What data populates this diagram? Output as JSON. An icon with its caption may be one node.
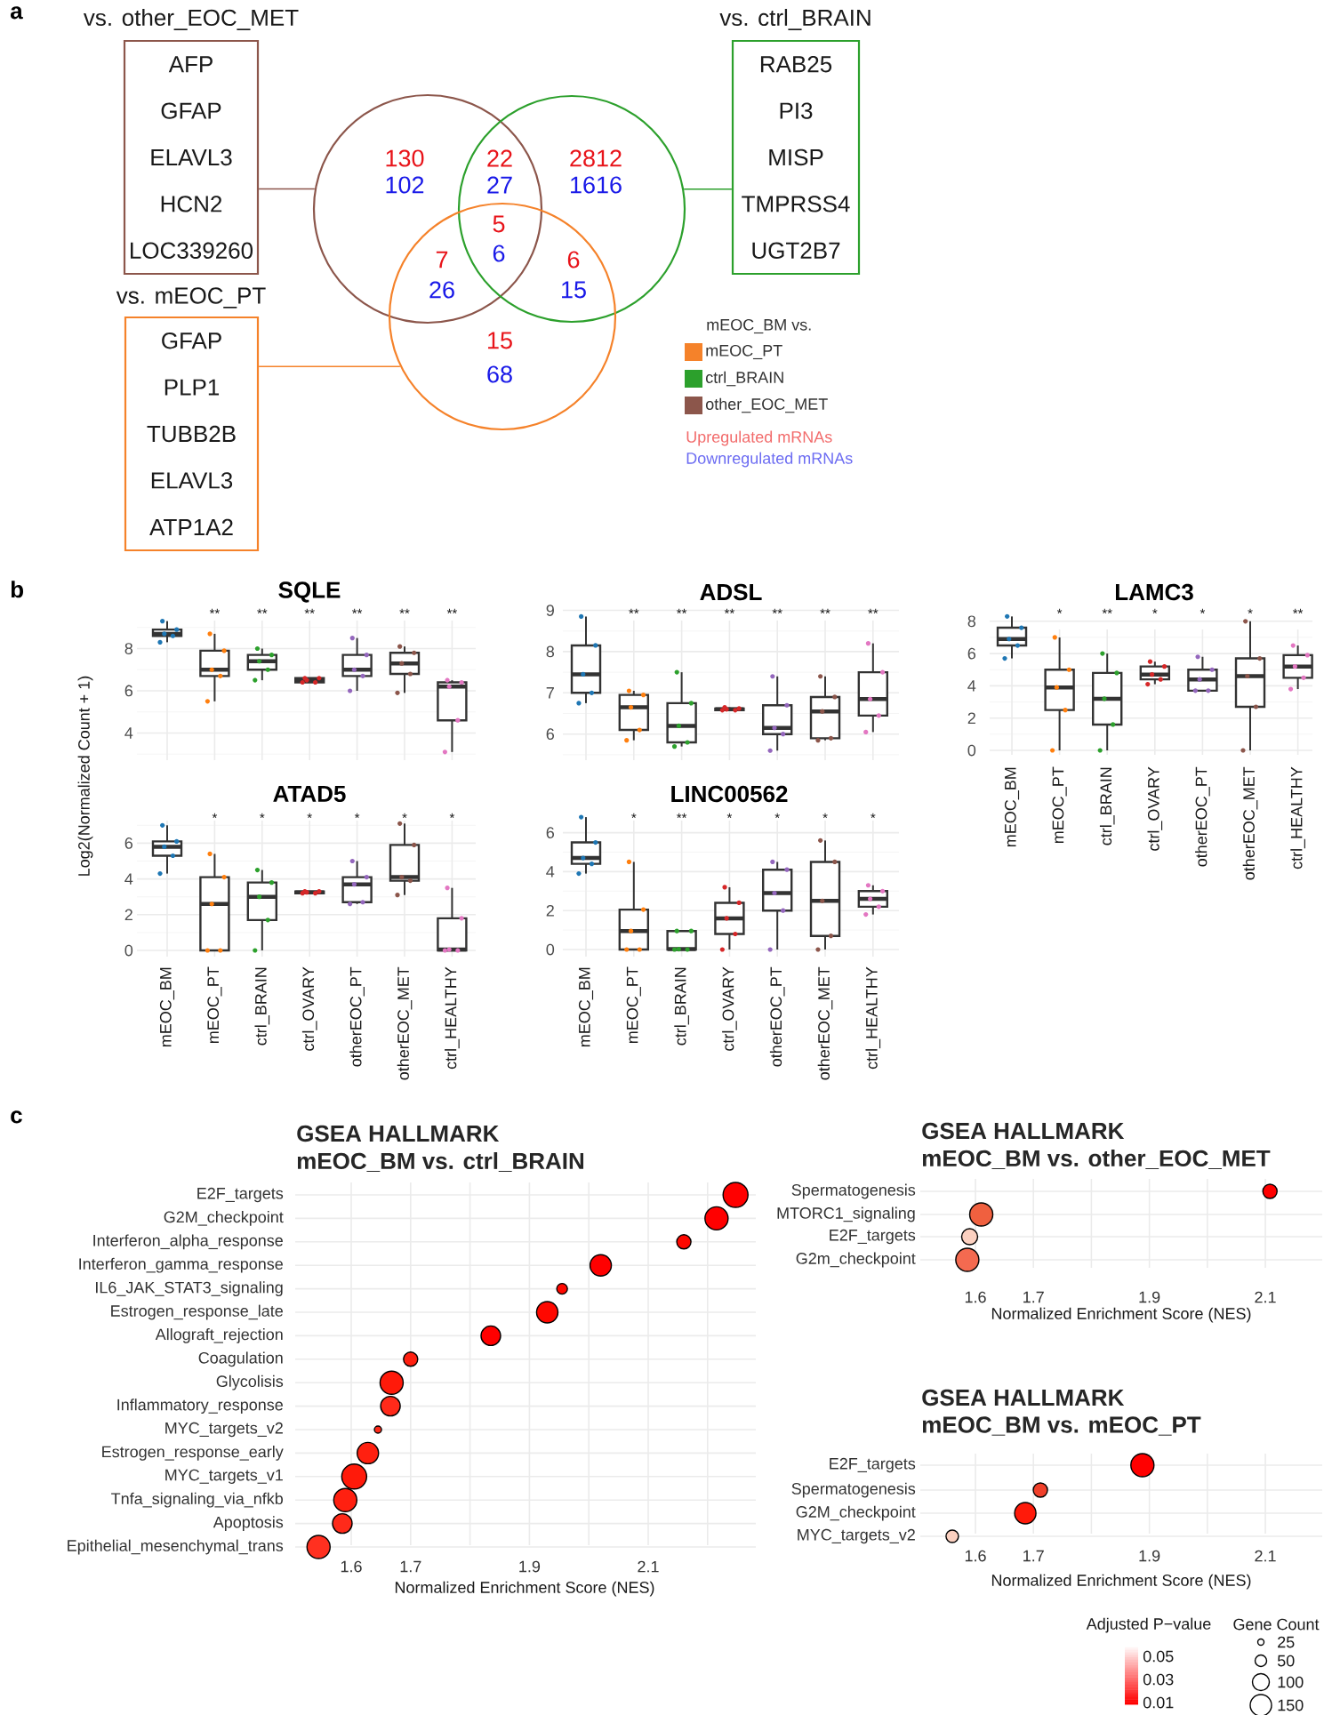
{
  "diagram": {
    "nodes": [
      {
        "text": [
          "vs. other_EOC_MET",
          "AFP",
          "GFAP",
          "ELAVL3",
          "HCN2",
          "LOC339260"
        ]
      },
      {
        "text": [
          "vs. ctrl_BRAIN",
          "RAB25",
          "PI3",
          "MISP",
          "TMPRSS4",
          "UGT2B7"
        ]
      },
      {
        "text": [
          "vs. mEOC_PT",
          "GFAP",
          "PLP1",
          "TUBB2B",
          "ELAVL3",
          "ATP1A2"
        ]
      },
      {
        "text": [],
        "shape": "circle"
      },
      {
        "text": [],
        "shape": "circle"
      },
      {
        "text": [],
        "shape": "circle"
      }
    ],
    "edges": [
      {
        "from": 0,
        "to": 3,
        "arrow": "none",
        "color": "#8c564b"
      },
      {
        "from": 1,
        "to": 4,
        "arrow": "none",
        "color": "#2ca02c"
      },
      {
        "from": 2,
        "to": 5,
        "arrow": "none",
        "color": "#f5822a"
      }
    ],
    "labels": [
      "a",
      "130",
      "22",
      "2812",
      "102",
      "27",
      "1616",
      "5",
      "7",
      "6",
      "6",
      "26",
      "15",
      "15",
      "68",
      "mEOC_BM vs.",
      "Upregulated mRNAs",
      "Downregulated mRNAs",
      "b",
      "Log2(Normalized Count + 1)",
      "SQLE",
      "8",
      "6",
      "4",
      "**",
      "**",
      "**",
      "**",
      "**",
      "**",
      "ADSL",
      "9",
      "8",
      "7",
      "6",
      "**",
      "**",
      "**",
      "**",
      "**",
      "**",
      "LAMC3",
      "8",
      "6",
      "4",
      "2",
      "0",
      "*",
      "**",
      "*",
      "*",
      "*",
      "**",
      "mEOC_BM",
      "mEOC_PT",
      "ctrl_BRAIN",
      "ctrl_OVARY",
      "otherEOC_PT",
      "otherEOC_MET",
      "ctrl_HEALTHY",
      "ATAD5",
      "6",
      "4",
      "2",
      "0",
      "*",
      "*",
      "*",
      "*",
      "*",
      "*",
      "mEOC_BM",
      "mEOC_PT",
      "ctrl_BRAIN",
      "ctrl_OVARY",
      "otherEOC_PT",
      "otherEOC_MET",
      "ctrl_HEALTHY",
      "LINC00562",
      "6",
      "4",
      "2",
      "0",
      "*",
      "**",
      "*",
      "*",
      "*",
      "*",
      "mEOC_BM",
      "mEOC_PT",
      "ctrl_BRAIN",
      "ctrl_OVARY",
      "otherEOC_PT",
      "otherEOC_MET",
      "ctrl_HEALTHY",
      "c",
      "GSEA HALLMARK",
      "mEOC_BM vs. ctrl_BRAIN",
      "E2F_targets",
      "G2M_checkpoint",
      "Interferon_alpha_response",
      "Interferon_gamma_response",
      "IL6_JAK_STAT3_signaling",
      "Estrogen_response_late",
      "Allograft_rejection",
      "Coagulation",
      "Glycolisis",
      "Inflammatory_response",
      "MYC_targets_v2",
      "Estrogen_response_early",
      "MYC_targets_v1",
      "Tnfa_signaling_via_nfkb",
      "Apoptosis",
      "Epithelial_mesenchymal_trans",
      "1.6",
      "1.7",
      "1.9",
      "2.1",
      "Normalized Enrichment Score (NES)",
      "GSEA HALLMARK",
      "mEOC_BM vs. other_EOC_MET",
      "Spermatogenesis",
      "MTORC1_signaling",
      "E2F_targets",
      "G2m_checkpoint",
      "1.6",
      "1.7",
      "1.9",
      "2.1",
      "Normalized Enrichment Score (NES)",
      "GSEA HALLMARK",
      "mEOC_BM vs. mEOC_PT",
      "E2F_targets",
      "Spermatogenesis",
      "G2M_checkpoint",
      "MYC_targets_v2",
      "1.6",
      "1.7",
      "1.9",
      "2.1",
      "Normalized Enrichment Score (NES)",
      "Adjusted P−value",
      "0.05",
      "0.03",
      "0.01",
      "Gene Count"
    ],
    "legend": [
      {
        "text": "mEOC_PT",
        "color": "#f5822a"
      },
      {
        "text": "ctrl_BRAIN",
        "color": "#2ca02c"
      },
      {
        "text": "other_EOC_MET",
        "color": "#8c564b"
      },
      {
        "text": "25"
      },
      {
        "text": "50"
      },
      {
        "text": "100"
      },
      {
        "text": "150"
      }
    ]
  }
}
